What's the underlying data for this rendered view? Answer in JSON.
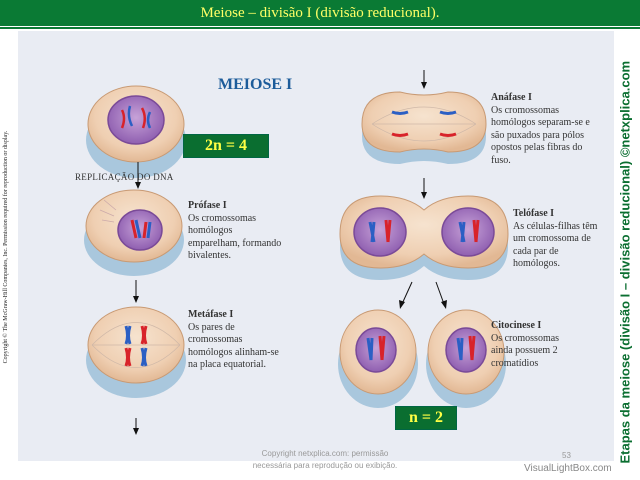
{
  "title": "Meiose – divisão I (divisão reducional).",
  "heading": "MEIOSE I",
  "badge_2n": "2n = 4",
  "badge_n": "n = 2",
  "replication_label": "REPLICAÇÃO DO DNA",
  "stages": {
    "profase": {
      "name": "Prófase I",
      "desc": [
        "Os cromossomas",
        "homólogos",
        "emparelham, formando",
        "bivalentes."
      ]
    },
    "metafase": {
      "name": "Metáfase I",
      "desc": [
        "Os pares de",
        "cromossomas",
        "homólogos alinham-se",
        "na placa equatorial."
      ]
    },
    "anafase": {
      "name": "Anáfase I",
      "desc": [
        "Os cromossomas",
        "homólogos separam-se e",
        "são puxados para pólos",
        "opostos pelas fibras do",
        "fuso."
      ]
    },
    "telofase": {
      "name": "Telófase I",
      "desc": [
        "As células-filhas têm",
        "um cromossoma de",
        "cada par de",
        "homólogos."
      ]
    },
    "citocinese": {
      "name": "Citocinese I",
      "desc": [
        "Os cromossomas",
        "ainda possuem 2",
        "cromatídios"
      ]
    }
  },
  "copyright_vertical": "Copyright © The McGraw-Hill Companies, Inc. Permission required for reproduction or display.",
  "side_vertical": "Etapas da meiose (divisão I – divisão reducional) ©netxplica.com",
  "footer": [
    "Copyright netxplica.com: permissão",
    "necessária para reprodução ou exibição."
  ],
  "page_number": "53",
  "watermark": "VisualLightBox.com",
  "colors": {
    "title_bg": "#0a7a34",
    "title_text": "#ffff66",
    "heading": "#1d5c9a",
    "chromosome_red": "#d8232a",
    "chromosome_blue": "#2b5fc4"
  }
}
